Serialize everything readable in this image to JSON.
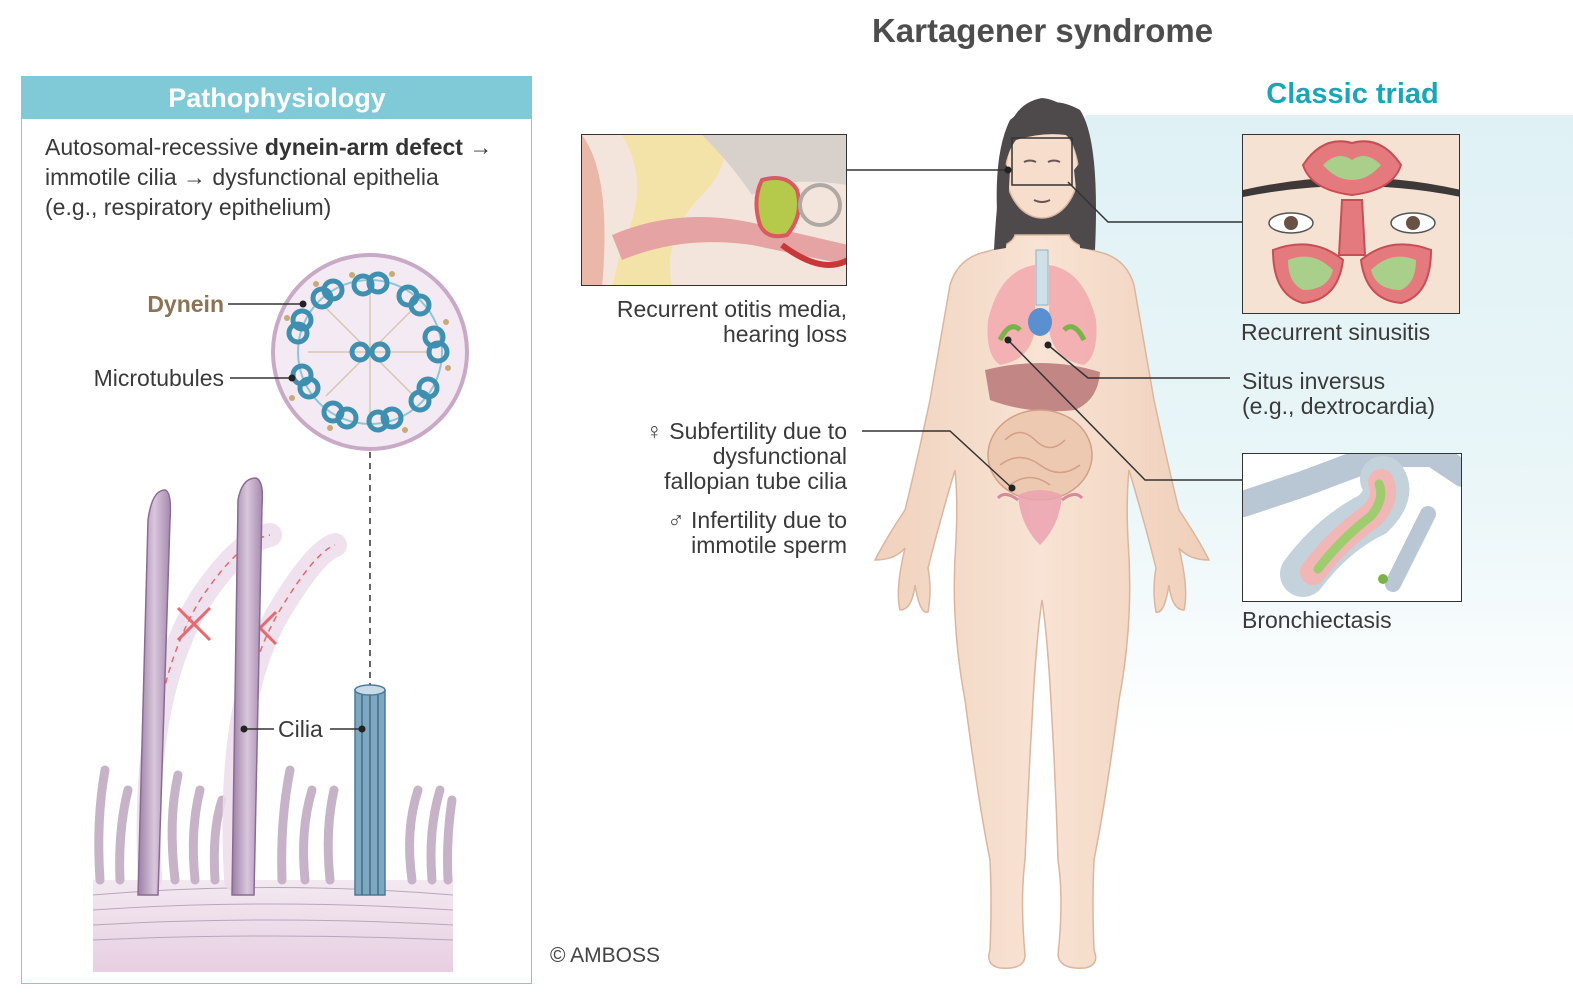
{
  "title": "Kartagener syndrome",
  "classic_triad": "Classic triad",
  "panel": {
    "heading": "Pathophysiology",
    "desc_pre": "Autosomal-recessive ",
    "desc_bold": "dynein-arm defect",
    "desc_line1_end": " →",
    "desc_line2": "immotile cilia → dysfunctional epithelia",
    "desc_line3": "(e.g., respiratory epithelium)",
    "label_dynein": "Dynein",
    "label_microtubules": "Microtubules",
    "label_cilia": "Cilia"
  },
  "labels": {
    "otitis_1": "Recurrent otitis media,",
    "otitis_2": "hearing loss",
    "subfert_1": "♀ Subfertility due to",
    "subfert_2": "dysfunctional",
    "subfert_3": "fallopian tube cilia",
    "infert_1": "♂ Infertility due to",
    "infert_2": "immotile sperm",
    "sinusitis": "Recurrent sinusitis",
    "situs_1": "Situs inversus",
    "situs_2": "(e.g., dextrocardia)",
    "bronch": "Bronchiectasis"
  },
  "copyright": "© AMBOSS"
}
